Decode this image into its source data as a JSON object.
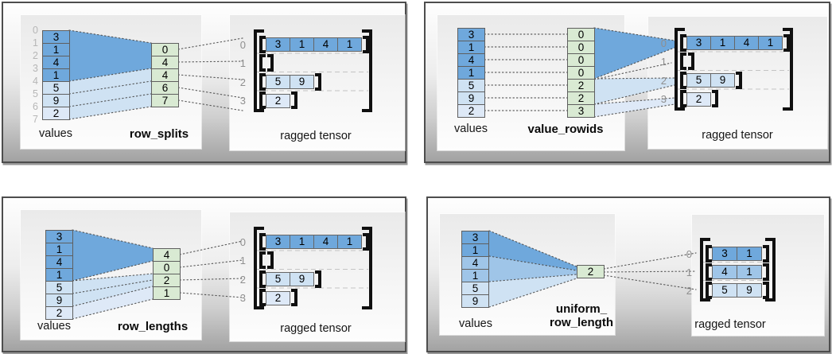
{
  "colors": {
    "dark_blue": "#6fa8dc",
    "medium_blue": "#9fc5e8",
    "light_blue": "#cfe2f3",
    "pale_blue": "#dee9f7",
    "green": "#d9ead3",
    "cell_border": "#5f5f5f",
    "bracket_black": "#101010",
    "value_index_gray": "#b6b6b6",
    "row_index_gray": "#8f8f8f",
    "dotted_line": "#444444",
    "separator_gray": "#c4c4c4"
  },
  "panels": [
    {
      "name": "row_splits",
      "values_label": "values",
      "method_label": "row_splits",
      "method_label_line2": "",
      "tensor_label": "ragged tensor",
      "value_indices": [
        "0",
        "1",
        "2",
        "3",
        "4",
        "5",
        "6",
        "7"
      ],
      "values": [
        "3",
        "1",
        "4",
        "1",
        "5",
        "9",
        "2"
      ],
      "value_shades": [
        "dark",
        "dark",
        "dark",
        "dark",
        "light",
        "light",
        "pale"
      ],
      "method_values": [
        "0",
        "4",
        "4",
        "6",
        "7"
      ],
      "tensor_rows": [
        {
          "index": "0",
          "cells": [
            "3",
            "1",
            "4",
            "1"
          ],
          "shade": "dark"
        },
        {
          "index": "1",
          "cells": [],
          "shade": "dark"
        },
        {
          "index": "2",
          "cells": [
            "5",
            "9"
          ],
          "shade": "light"
        },
        {
          "index": "3",
          "cells": [
            "2"
          ],
          "shade": "pale"
        }
      ]
    },
    {
      "name": "value_rowids",
      "values_label": "values",
      "method_label": "value_rowids",
      "method_label_line2": "",
      "tensor_label": "ragged tensor",
      "value_indices": [],
      "values": [
        "3",
        "1",
        "4",
        "1",
        "5",
        "9",
        "2"
      ],
      "value_shades": [
        "dark",
        "dark",
        "dark",
        "dark",
        "light",
        "light",
        "pale"
      ],
      "method_values": [
        "0",
        "0",
        "0",
        "0",
        "2",
        "2",
        "3"
      ],
      "tensor_rows": [
        {
          "index": "0",
          "cells": [
            "3",
            "1",
            "4",
            "1"
          ],
          "shade": "dark"
        },
        {
          "index": "1",
          "cells": [],
          "shade": "dark"
        },
        {
          "index": "2",
          "cells": [
            "5",
            "9"
          ],
          "shade": "light"
        },
        {
          "index": "3",
          "cells": [
            "2"
          ],
          "shade": "pale"
        }
      ]
    },
    {
      "name": "row_lengths",
      "values_label": "values",
      "method_label": "row_lengths",
      "method_label_line2": "",
      "tensor_label": "ragged tensor",
      "value_indices": [],
      "values": [
        "3",
        "1",
        "4",
        "1",
        "5",
        "9",
        "2"
      ],
      "value_shades": [
        "dark",
        "dark",
        "dark",
        "dark",
        "light",
        "light",
        "pale"
      ],
      "method_values": [
        "4",
        "0",
        "2",
        "1"
      ],
      "tensor_rows": [
        {
          "index": "0",
          "cells": [
            "3",
            "1",
            "4",
            "1"
          ],
          "shade": "dark"
        },
        {
          "index": "1",
          "cells": [],
          "shade": "dark"
        },
        {
          "index": "2",
          "cells": [
            "5",
            "9"
          ],
          "shade": "light"
        },
        {
          "index": "3",
          "cells": [
            "2"
          ],
          "shade": "pale"
        }
      ]
    },
    {
      "name": "uniform_row_length",
      "values_label": "values",
      "method_label": "uniform_",
      "method_label_line2": "row_length",
      "tensor_label": "ragged tensor",
      "value_indices": [],
      "values": [
        "3",
        "1",
        "4",
        "1",
        "5",
        "9"
      ],
      "value_shades": [
        "dark",
        "dark",
        "medium",
        "medium",
        "light",
        "light"
      ],
      "method_values": [
        "2"
      ],
      "tensor_rows": [
        {
          "index": "0",
          "cells": [
            "3",
            "1"
          ],
          "shade": "dark"
        },
        {
          "index": "1",
          "cells": [
            "4",
            "1"
          ],
          "shade": "medium"
        },
        {
          "index": "2",
          "cells": [
            "5",
            "9"
          ],
          "shade": "light"
        }
      ]
    }
  ]
}
